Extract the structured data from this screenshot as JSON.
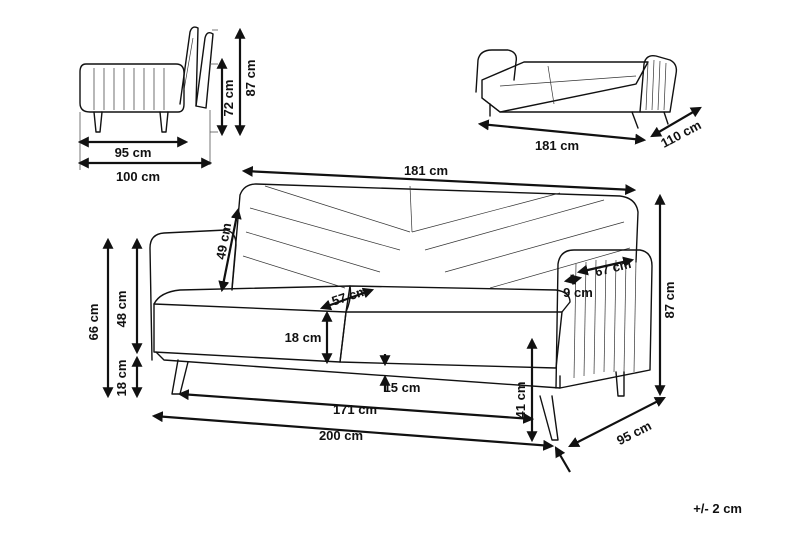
{
  "dimensions": {
    "side_depth_seat": "95 cm",
    "side_depth_total": "100 cm",
    "side_back_height": "72 cm",
    "side_total_height": "87 cm",
    "bed_length": "181 cm",
    "bed_depth": "110 cm",
    "top_width": "181 cm",
    "backrest_height": "49 cm",
    "seat_depth": "57 cm",
    "seat_cushion": "18 cm",
    "gap": "15 cm",
    "arm_height": "48 cm",
    "overall_height_left": "66 cm",
    "leg_height_left": "18 cm",
    "inner_width": "171 cm",
    "overall_width": "200 cm",
    "arm_depth": "67 cm",
    "arm_width": "9 cm",
    "overall_height_right": "87 cm",
    "front_height": "41 cm",
    "overall_depth": "95 cm"
  },
  "tolerance": "+/- 2 cm"
}
